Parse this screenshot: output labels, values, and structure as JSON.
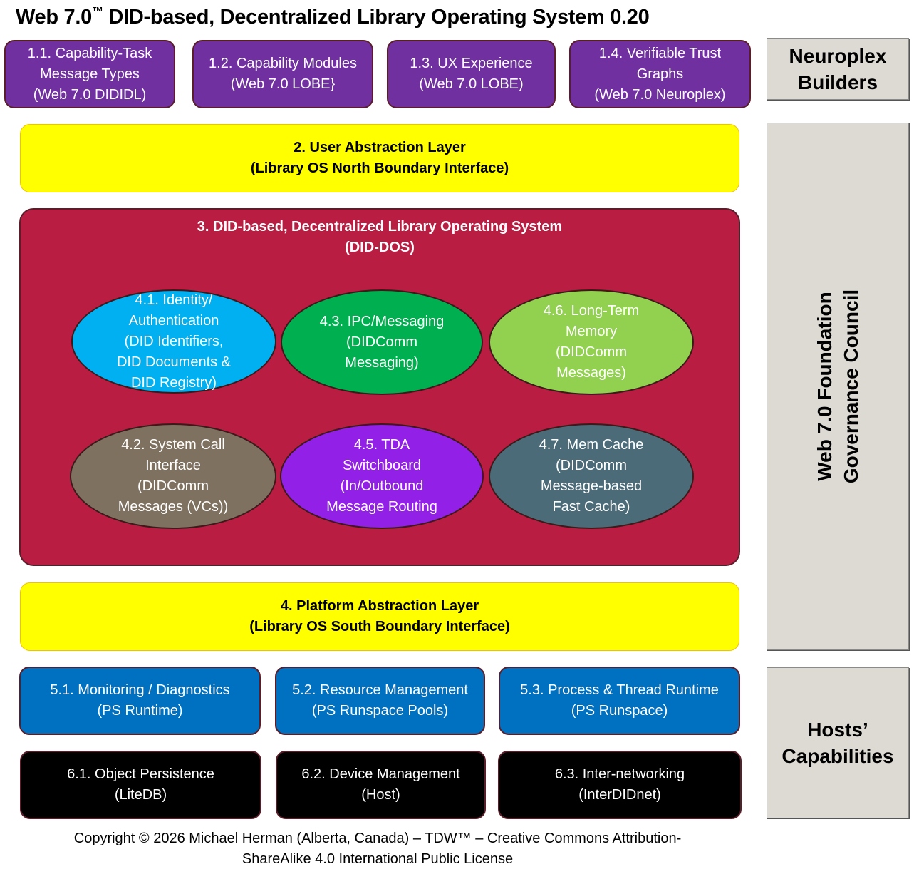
{
  "title": {
    "text": "Web 7.0",
    "tm": "™",
    "rest": " DID-based, Decentralized Library Operating System 0.20"
  },
  "capabilities_row": [
    {
      "lines": [
        "1.1. Capability-Task",
        "Message Types",
        "(Web 7.0 DIDIDL)"
      ]
    },
    {
      "lines": [
        "1.2. Capability Modules",
        "(Web 7.0 LOBE}"
      ]
    },
    {
      "lines": [
        "1.3. UX Experience",
        "(Web 7.0 LOBE)"
      ]
    },
    {
      "lines": [
        "1.4. Verifiable Trust",
        "Graphs",
        "(Web 7.0 Neuroplex)"
      ]
    }
  ],
  "user_abstraction_layer": {
    "lines": [
      "2. User Abstraction Layer",
      "(Library OS North Boundary Interface)"
    ]
  },
  "did_dos": {
    "title_lines": [
      "3. DID-based, Decentralized Library Operating System",
      "(DID-DOS)"
    ],
    "modules": [
      {
        "lines": [
          "4.1. Identity/",
          "Authentication",
          "(DID Identifiers,",
          "DID Documents &",
          "DID Registry)"
        ],
        "color": "#00b0f0"
      },
      {
        "lines": [
          "4.3. IPC/Messaging",
          "(DIDComm",
          "Messaging)"
        ],
        "color": "#00b050"
      },
      {
        "lines": [
          "4.6. Long-Term",
          "Memory",
          "(DIDComm",
          "Messages)"
        ],
        "color": "#92d050"
      },
      {
        "lines": [
          "4.2. System Call",
          "Interface",
          "(DIDComm",
          "Messages (VCs))"
        ],
        "color": "#7f7160"
      },
      {
        "lines": [
          "4.5. TDA",
          "Switchboard",
          "(In/Outbound",
          "Message Routing"
        ],
        "color": "#9320e6"
      },
      {
        "lines": [
          "4.7. Mem Cache",
          "(DIDComm",
          "Message-based",
          "Fast Cache)"
        ],
        "color": "#4b6b78"
      }
    ]
  },
  "platform_abstraction_layer": {
    "lines": [
      "4. Platform Abstraction Layer",
      "(Library OS South Boundary Interface)"
    ]
  },
  "runtime_row": [
    {
      "lines": [
        "5.1. Monitoring / Diagnostics",
        "(PS Runtime)"
      ]
    },
    {
      "lines": [
        "5.2. Resource Management",
        "(PS Runspace Pools)"
      ]
    },
    {
      "lines": [
        "5.3. Process & Thread Runtime",
        "(PS Runspace)"
      ]
    }
  ],
  "host_row": [
    {
      "lines": [
        "6.1. Object Persistence",
        "(LiteDB)"
      ]
    },
    {
      "lines": [
        "6.2. Device Management",
        "(Host)"
      ]
    },
    {
      "lines": [
        "6.3. Inter-networking",
        "(InterDIDnet)"
      ]
    }
  ],
  "side_panels": {
    "neuroplex": {
      "lines": [
        "Neuroplex",
        "Builders"
      ]
    },
    "governance": {
      "lines": [
        "Web 7.0 Foundation",
        "Governance Council"
      ]
    },
    "hosts": {
      "lines": [
        "Hosts’",
        "Capabilities"
      ]
    }
  },
  "footer": {
    "lines": [
      "Copyright © 2026 Michael Herman (Alberta, Canada) – TDW™ – Creative Commons Attribution-",
      "ShareAlike 4.0 International Public License"
    ]
  }
}
